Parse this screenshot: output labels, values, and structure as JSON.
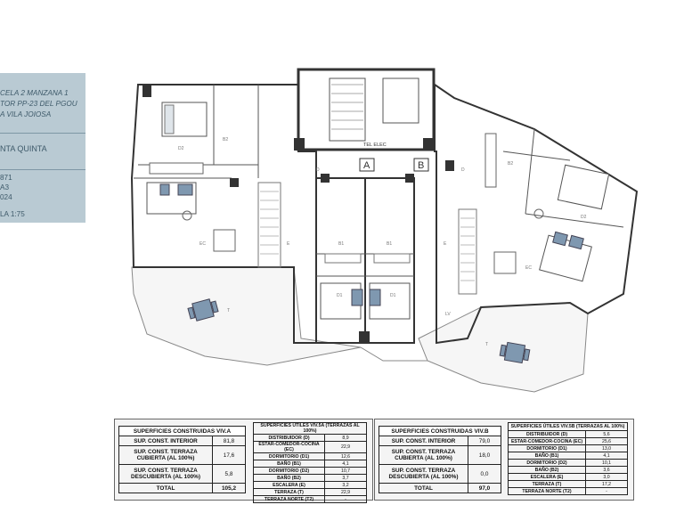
{
  "info": {
    "line1": "CELA 2 MANZANA 1",
    "line2": "TOR PP-23 DEL PGOU",
    "line3": "A VILA JOIOSA",
    "floor": "NTA QUINTA",
    "code": "871",
    "sheet": "A3",
    "year": "024",
    "scale": "LA 1:75"
  },
  "plan_labels": {
    "elec": "TEL  ELEC",
    "A": "A",
    "B": "B",
    "d2_left": "D2",
    "b2_left": "B2",
    "ec_left": "EC",
    "t_left": "T",
    "e_left": "E",
    "b1_a": "B1",
    "b1_b": "B1",
    "d1_a": "D1",
    "d1_b": "D1",
    "e_right": "E",
    "ec_right": "EC",
    "d2_right": "D2",
    "b2_right": "B2",
    "t_right": "T",
    "lv": "LV",
    "d_a": "D",
    "d_b": "D"
  },
  "tables": {
    "const_a": {
      "title": "SUPERFICIES CONSTRUIDAS VIV.A",
      "rows": [
        {
          "label": "SUP. CONST. INTERIOR",
          "value": "81,8"
        },
        {
          "label": "SUP. CONST. TERRAZA CUBIERTA (AL 100%)",
          "value": "17,6"
        },
        {
          "label": "SUP. CONST. TERRAZA DESCUBIERTA (AL 100%)",
          "value": "5,8"
        },
        {
          "label": "TOTAL",
          "value": "105,2"
        }
      ]
    },
    "util_a": {
      "title": "SUPERFICIES ÚTILES VIV.5A (TERRAZAS AL 100%)",
      "rows": [
        {
          "label": "DISTRIBUIDOR (D)",
          "value": "8,9"
        },
        {
          "label": "ESTAR-COMEDOR-COCINA (EC)",
          "value": "22,9"
        },
        {
          "label": "DORMITORIO (D1)",
          "value": "12,6"
        },
        {
          "label": "BAÑO (B1)",
          "value": "4,1"
        },
        {
          "label": "DORMITORIO (D2)",
          "value": "10,7"
        },
        {
          "label": "BAÑO (B2)",
          "value": "3,7"
        },
        {
          "label": "ESCALERA (E)",
          "value": "3,2"
        },
        {
          "label": "TERRAZA (T)",
          "value": "22,9"
        },
        {
          "label": "TERRAZA NORTE (T2)",
          "value": "-"
        }
      ]
    },
    "const_b": {
      "title": "SUPERFICIES CONSTRUIDAS VIV.B",
      "rows": [
        {
          "label": "SUP. CONST. INTERIOR",
          "value": "79,0"
        },
        {
          "label": "SUP. CONST. TERRAZA CUBIERTA (AL 100%)",
          "value": "18,0"
        },
        {
          "label": "SUP. CONST. TERRAZA DESCUBIERTA (AL 100%)",
          "value": "0,0"
        },
        {
          "label": "TOTAL",
          "value": "97,0"
        }
      ]
    },
    "util_b": {
      "title": "SUPERFICIES ÚTILES VIV.5B (TERRAZAS AL 100%)",
      "rows": [
        {
          "label": "DISTRIBUIDOR (D)",
          "value": "5,6"
        },
        {
          "label": "ESTAR-COMEDOR-COCINA (EC)",
          "value": "25,6"
        },
        {
          "label": "DORMITORIO (D1)",
          "value": "13,0"
        },
        {
          "label": "BAÑO (B1)",
          "value": "4,1"
        },
        {
          "label": "DORMITORIO (D2)",
          "value": "10,1"
        },
        {
          "label": "BAÑO (B2)",
          "value": "3,6"
        },
        {
          "label": "ESCALERA (E)",
          "value": "3,0"
        },
        {
          "label": "TERRAZA (T)",
          "value": "17,2"
        },
        {
          "label": "TERRAZA NORTE (T2)",
          "value": "-"
        }
      ]
    }
  }
}
